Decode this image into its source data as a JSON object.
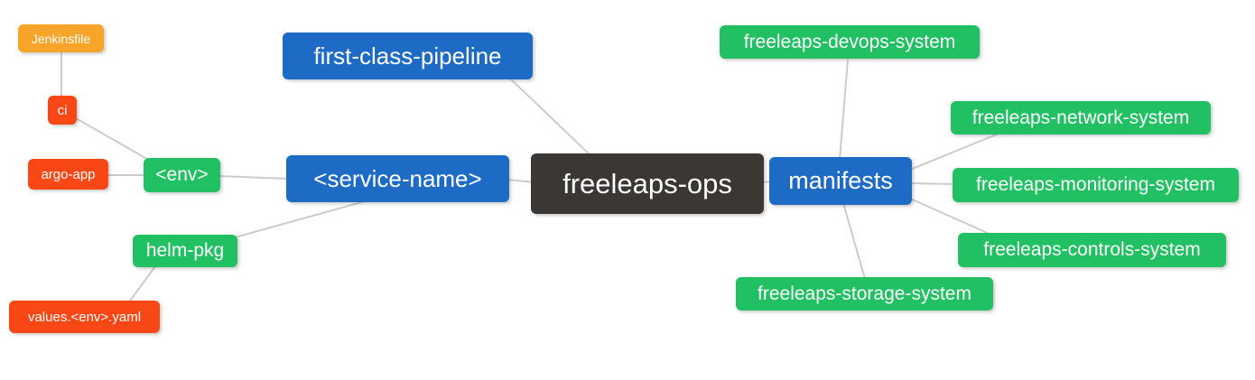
{
  "diagram": {
    "type": "mindmap",
    "root": "freeleaps-ops",
    "colors": {
      "branch_blue": "#1E6BC6",
      "child_green": "#21C063",
      "leaf_orange": "#F7A428",
      "leaf_red": "#F94816",
      "root_dark": "#3B3735",
      "edge_gray": "#CCCCCC",
      "node_text": "#FFFFFF",
      "background": "#FFFFFF"
    },
    "nodes": [
      {
        "id": "jenkinsfile",
        "label": "Jenkinsfile",
        "color": "orange"
      },
      {
        "id": "ci",
        "label": "ci",
        "color": "red"
      },
      {
        "id": "argo-app",
        "label": "argo-app",
        "color": "red"
      },
      {
        "id": "env",
        "label": "<env>",
        "color": "green"
      },
      {
        "id": "helm-pkg",
        "label": "helm-pkg",
        "color": "green"
      },
      {
        "id": "values-env-yaml",
        "label": "values.<env>.yaml",
        "color": "red"
      },
      {
        "id": "first-class-pipeline",
        "label": "first-class-pipeline",
        "color": "blue"
      },
      {
        "id": "service-name",
        "label": "<service-name>",
        "color": "blue"
      },
      {
        "id": "freeleaps-ops",
        "label": "freeleaps-ops",
        "color": "dark"
      },
      {
        "id": "manifests",
        "label": "manifests",
        "color": "blue"
      },
      {
        "id": "freeleaps-devops-system",
        "label": "freeleaps-devops-system",
        "color": "green"
      },
      {
        "id": "freeleaps-network-system",
        "label": "freeleaps-network-system",
        "color": "green"
      },
      {
        "id": "freeleaps-monitoring-system",
        "label": "freeleaps-monitoring-system",
        "color": "green"
      },
      {
        "id": "freeleaps-controls-system",
        "label": "freeleaps-controls-system",
        "color": "green"
      },
      {
        "id": "freeleaps-storage-system",
        "label": "freeleaps-storage-system",
        "color": "green"
      }
    ],
    "edges": [
      {
        "from": "jenkinsfile",
        "to": "ci"
      },
      {
        "from": "ci",
        "to": "env"
      },
      {
        "from": "argo-app",
        "to": "env"
      },
      {
        "from": "env",
        "to": "service-name"
      },
      {
        "from": "service-name",
        "to": "helm-pkg"
      },
      {
        "from": "helm-pkg",
        "to": "values-env-yaml"
      },
      {
        "from": "first-class-pipeline",
        "to": "freeleaps-ops"
      },
      {
        "from": "service-name",
        "to": "freeleaps-ops"
      },
      {
        "from": "freeleaps-ops",
        "to": "manifests"
      },
      {
        "from": "manifests",
        "to": "freeleaps-devops-system"
      },
      {
        "from": "manifests",
        "to": "freeleaps-network-system"
      },
      {
        "from": "manifests",
        "to": "freeleaps-monitoring-system"
      },
      {
        "from": "manifests",
        "to": "freeleaps-controls-system"
      },
      {
        "from": "manifests",
        "to": "freeleaps-storage-system"
      }
    ]
  }
}
